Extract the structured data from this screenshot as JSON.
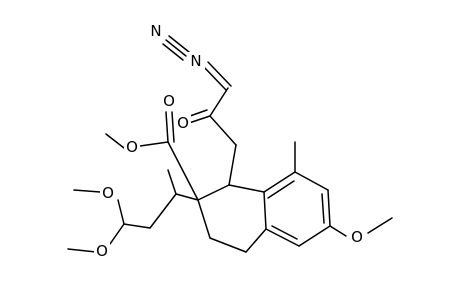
{
  "molecule": {
    "atoms": {
      "diazo_n1": "N",
      "diazo_n2": "N",
      "ketone_o": "O",
      "ester_o_double": "O",
      "ester_o_single": "O",
      "aryl_ether_o": "O",
      "acetal_o1": "O",
      "acetal_o2": "O"
    },
    "colors": {
      "bond": "#000000",
      "label": "#000000",
      "background": "#ffffff"
    }
  }
}
